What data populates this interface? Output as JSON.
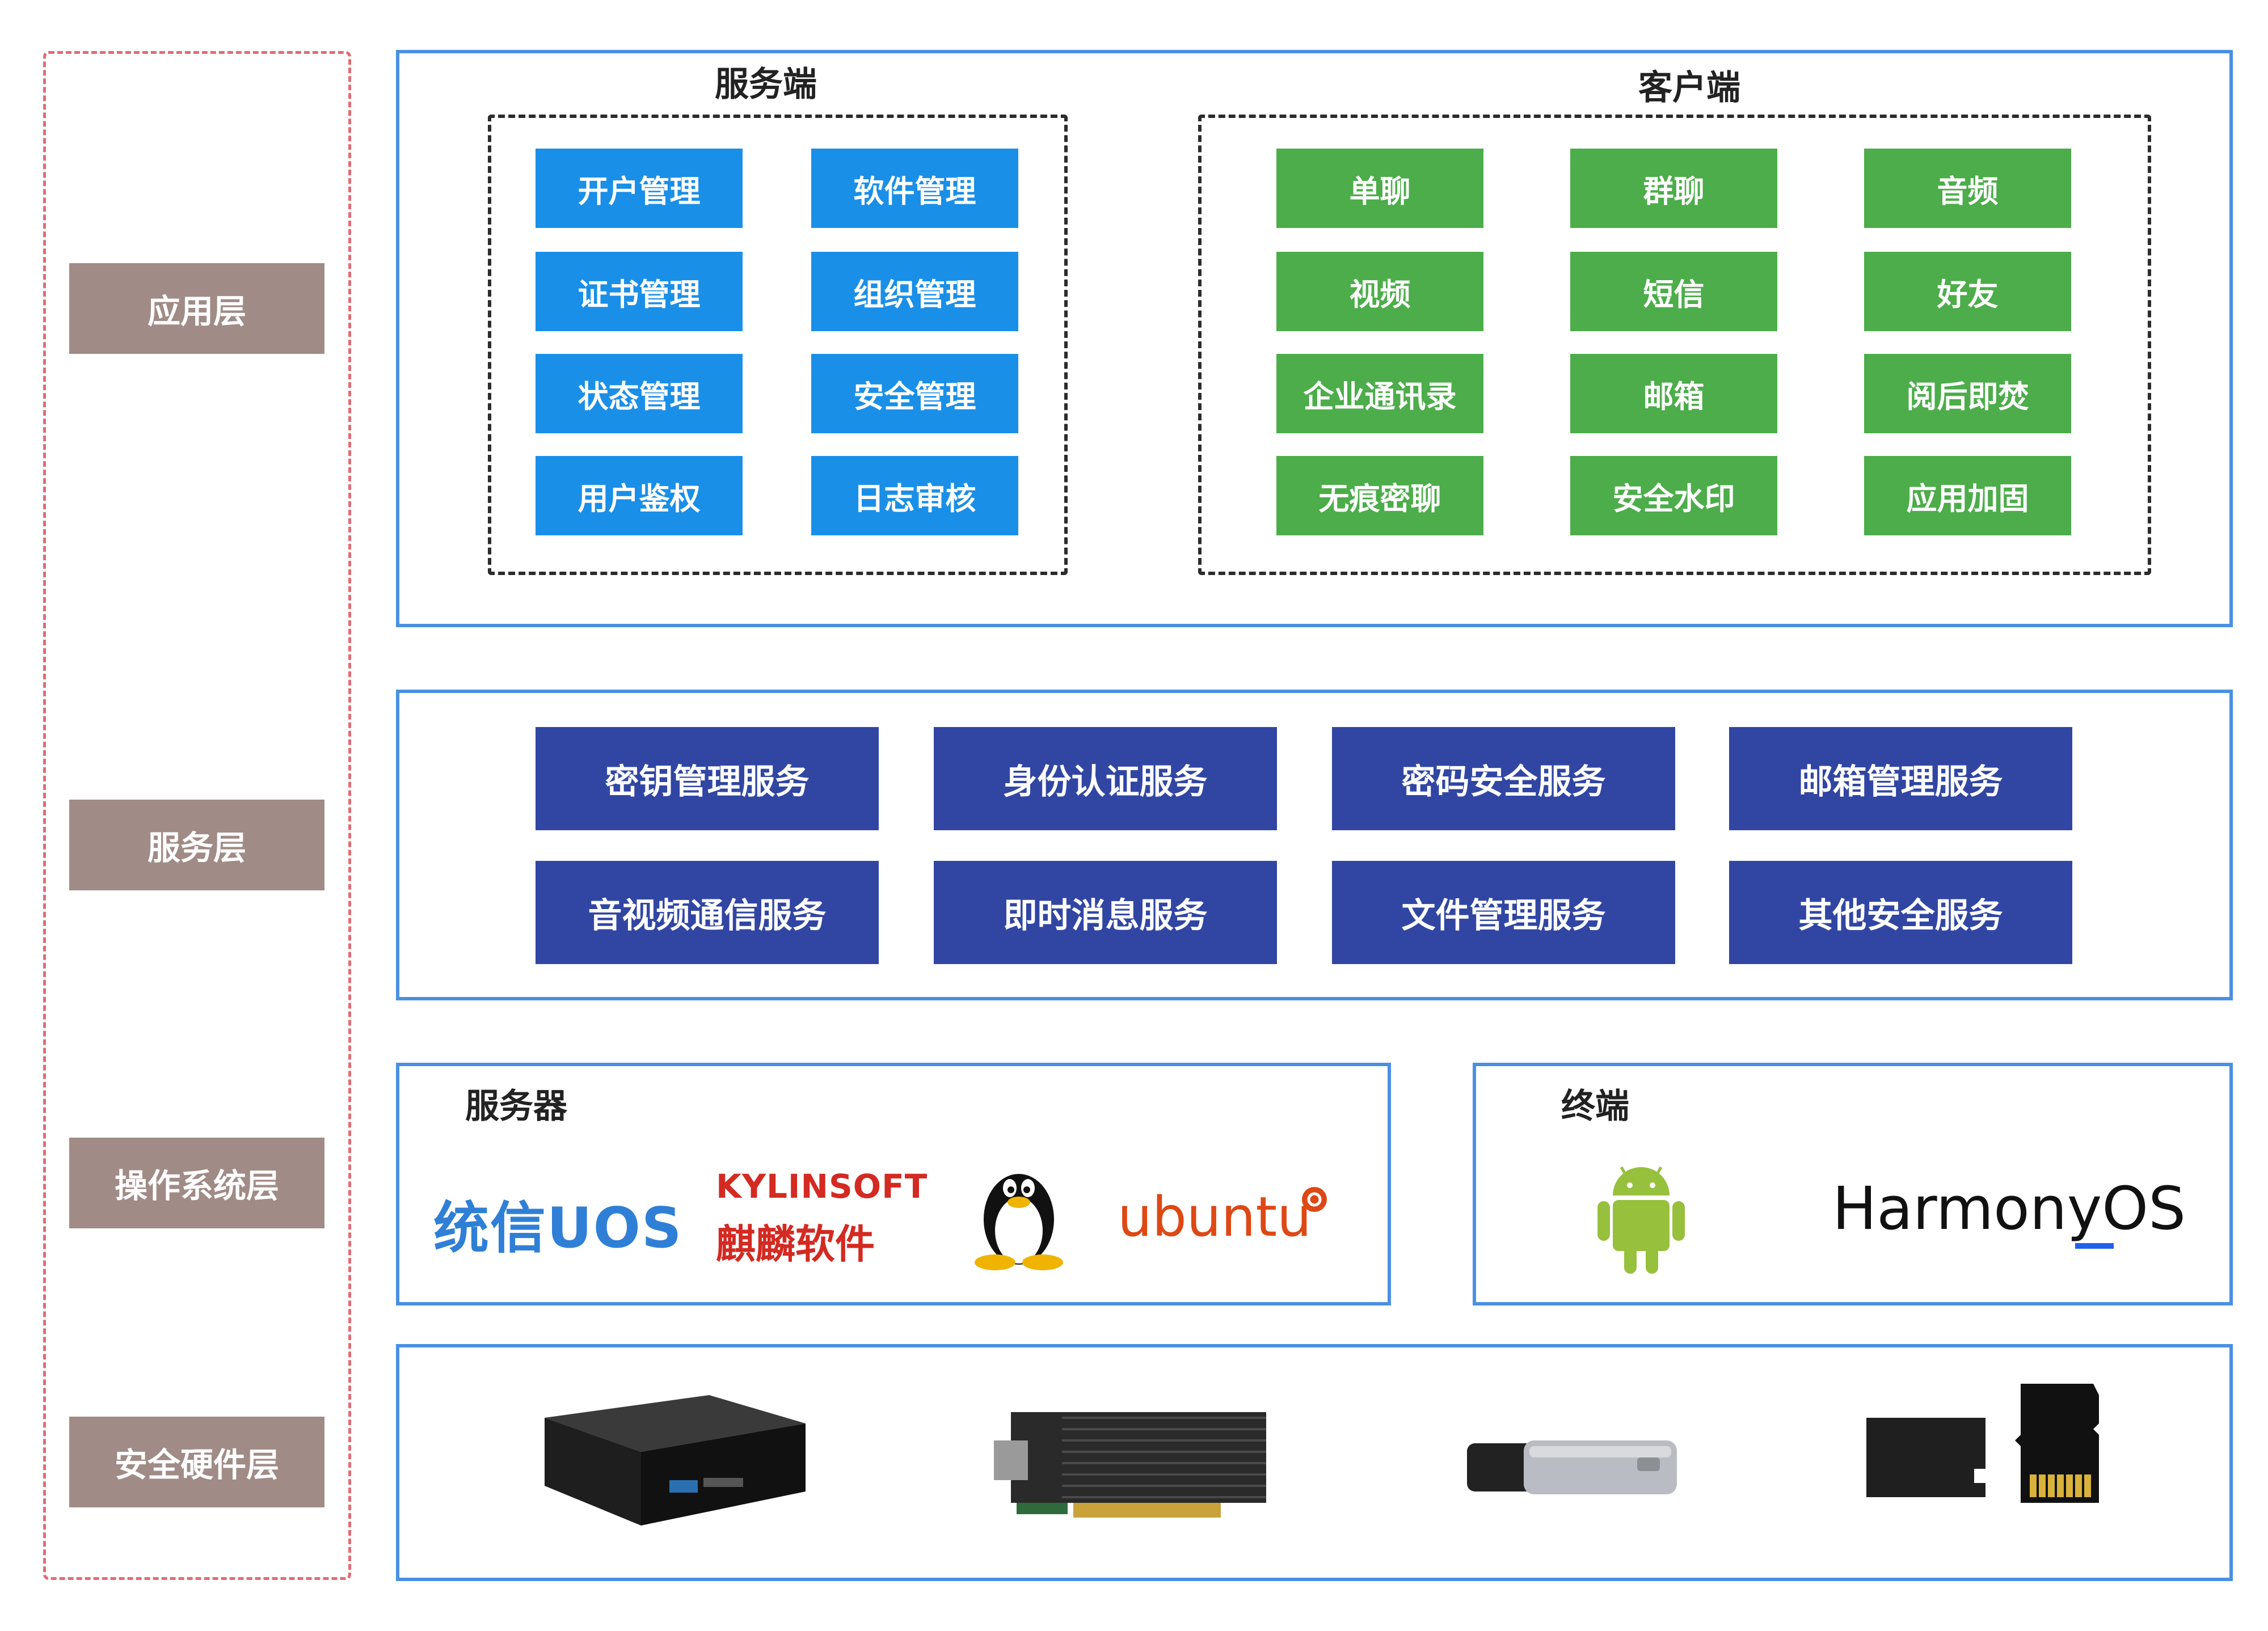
{
  "layers": [
    "应用层",
    "服务层",
    "操作系统层",
    "安全硬件层"
  ],
  "application": {
    "server_title": "服务端",
    "client_title": "客户端",
    "server_items": [
      "开户管理",
      "软件管理",
      "证书管理",
      "组织管理",
      "状态管理",
      "安全管理",
      "用户鉴权",
      "日志审核"
    ],
    "client_items": [
      "单聊",
      "群聊",
      "音频",
      "视频",
      "短信",
      "好友",
      "企业通讯录",
      "邮箱",
      "阅后即焚",
      "无痕密聊",
      "安全水印",
      "应用加固"
    ]
  },
  "services": [
    "密钥管理服务",
    "身份认证服务",
    "密码安全服务",
    "邮箱管理服务",
    "音视频通信服务",
    "即时消息服务",
    "文件管理服务",
    "其他安全服务"
  ],
  "os": {
    "server_title": "服务器",
    "terminal_title": "终端",
    "uos_logo": "统信UOS",
    "kylin_logo_top": "KYLINSOFT",
    "kylin_logo_bottom": "麒麟软件",
    "ubuntu_logo": "ubuntu",
    "harmony_logo": "HarmonyOS"
  },
  "hardware": [
    "server-appliance",
    "pcie-crypto-card",
    "usb-key",
    "micro-sd-card"
  ],
  "colors": {
    "layer_label": "#a08b86",
    "frame_blue": "#4a90e2",
    "server_btn": "#1a8fe8",
    "client_btn": "#4cad4a",
    "service_btn": "#3146a3",
    "layer_border": "#e06c75"
  }
}
